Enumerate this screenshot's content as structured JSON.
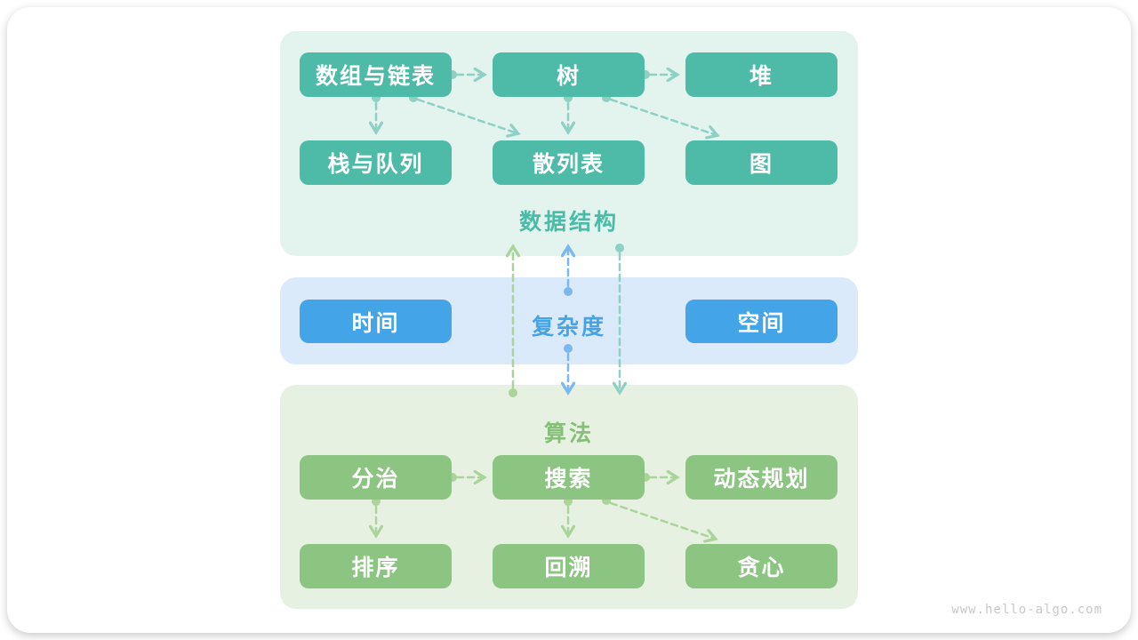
{
  "watermark": "www.hello-algo.com",
  "sections": [
    {
      "id": "data-structures",
      "label": "数据结构",
      "nodes": [
        {
          "id": "arrays-linked-lists",
          "label": "数组与链表"
        },
        {
          "id": "tree",
          "label": "树"
        },
        {
          "id": "heap",
          "label": "堆"
        },
        {
          "id": "stack-queue",
          "label": "栈与队列"
        },
        {
          "id": "hash-table",
          "label": "散列表"
        },
        {
          "id": "graph",
          "label": "图"
        }
      ]
    },
    {
      "id": "complexity",
      "label": "复杂度",
      "nodes": [
        {
          "id": "time",
          "label": "时间"
        },
        {
          "id": "space",
          "label": "空间"
        }
      ]
    },
    {
      "id": "algorithms",
      "label": "算法",
      "nodes": [
        {
          "id": "divide-conquer",
          "label": "分治"
        },
        {
          "id": "search",
          "label": "搜索"
        },
        {
          "id": "dynamic-programming",
          "label": "动态规划"
        },
        {
          "id": "sorting",
          "label": "排序"
        },
        {
          "id": "backtracking",
          "label": "回溯"
        },
        {
          "id": "greedy",
          "label": "贪心"
        }
      ]
    }
  ],
  "edges": [
    {
      "from": "arrays-linked-lists",
      "to": "tree",
      "style": "teal-dashed"
    },
    {
      "from": "tree",
      "to": "heap",
      "style": "teal-dashed"
    },
    {
      "from": "arrays-linked-lists",
      "to": "stack-queue",
      "style": "teal-dashed"
    },
    {
      "from": "arrays-linked-lists",
      "to": "hash-table",
      "style": "teal-dashed"
    },
    {
      "from": "tree",
      "to": "hash-table",
      "style": "teal-dashed"
    },
    {
      "from": "tree",
      "to": "graph",
      "style": "teal-dashed"
    },
    {
      "from": "algorithms",
      "to": "data-structures",
      "style": "green-dashed"
    },
    {
      "from": "complexity",
      "to": "data-structures",
      "style": "blue-dashed"
    },
    {
      "from": "complexity",
      "to": "algorithms",
      "style": "blue-dashed"
    },
    {
      "from": "data-structures",
      "to": "algorithms",
      "style": "teal-dashed"
    },
    {
      "from": "divide-conquer",
      "to": "search",
      "style": "green-dashed"
    },
    {
      "from": "search",
      "to": "dynamic-programming",
      "style": "green-dashed"
    },
    {
      "from": "divide-conquer",
      "to": "sorting",
      "style": "green-dashed"
    },
    {
      "from": "search",
      "to": "backtracking",
      "style": "green-dashed"
    },
    {
      "from": "search",
      "to": "greedy",
      "style": "green-dashed"
    }
  ],
  "colors": {
    "teal_box": "#4EBAA8",
    "teal_panel": "#E3F3EE",
    "teal_label": "#49BCA7",
    "teal_arrow": "#8ED0C4",
    "blue_box": "#43A4E8",
    "blue_panel": "#DBEAFB",
    "blue_label": "#43A4E8",
    "blue_arrow": "#7BB8EE",
    "green_box": "#8CC481",
    "green_panel": "#E7F1E1",
    "green_label": "#86BF78",
    "green_arrow": "#ABD49C",
    "watermark": "#C9C9C9"
  }
}
